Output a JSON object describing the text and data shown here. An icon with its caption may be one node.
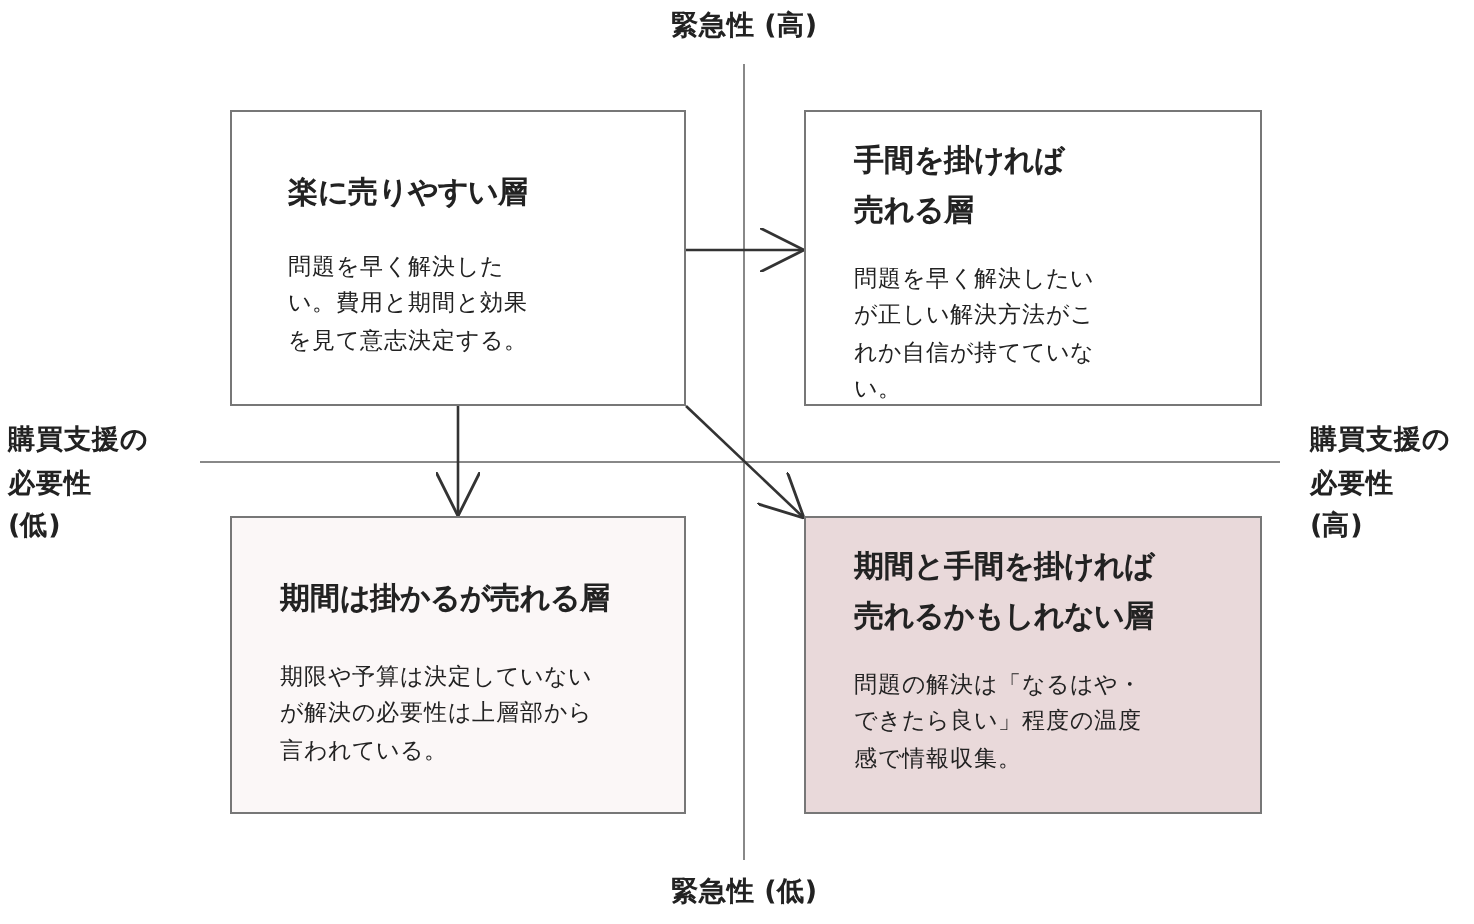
{
  "diagram": {
    "nodes": [
      {
        "text": [
          "楽に売りやすい層",
          "問題を早く解決したい。費用と期間と効果を見て意志決定する。"
        ]
      },
      {
        "text": [
          "手間を掛ければ売れる層",
          "問題を早く解決したいが正しい解決方法がこれか自信が持てていない。"
        ]
      },
      {
        "text": [
          "期間は掛かるが売れる層",
          "期限や予算は決定していないが解決の必要性は上層部から言われている。"
        ]
      },
      {
        "text": [
          "期間と手間を掛ければ売れるかもしれない層",
          "問題の解決は「なるはや・できたら良い」程度の温度感で情報収集。"
        ]
      }
    ],
    "edges": [
      {
        "from": 0,
        "to": 1,
        "arrow": "to"
      },
      {
        "from": 0,
        "to": 2,
        "arrow": "to"
      },
      {
        "from": 0,
        "to": 3,
        "arrow": "to"
      }
    ],
    "labels": [
      "緊急性 (高)",
      "購買支援の必要性 (低)",
      "購買支援の必要性 (高)",
      "緊急性 (低)"
    ]
  }
}
